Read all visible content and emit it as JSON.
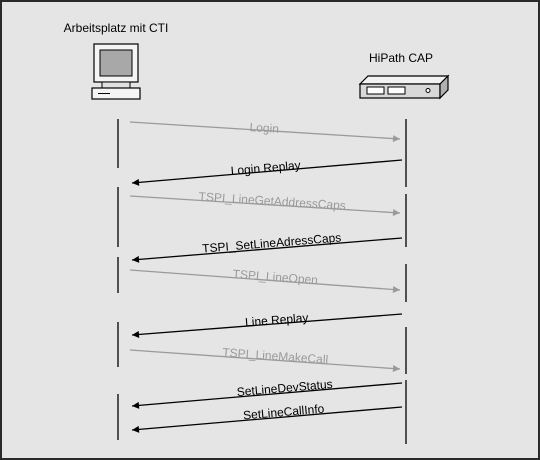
{
  "participants": {
    "client": {
      "label": "Arbeitsplatz mit CTI",
      "icon": "computer-workstation-icon"
    },
    "server": {
      "label": "HiPath CAP",
      "icon": "server-appliance-icon"
    }
  },
  "messages": [
    {
      "label": "Login",
      "direction": "client-to-server",
      "style": "request"
    },
    {
      "label": "Login Replay",
      "direction": "server-to-client",
      "style": "response"
    },
    {
      "label": "TSPI_LineGetAddressCaps",
      "direction": "client-to-server",
      "style": "request"
    },
    {
      "label": "TSPI_SetLineAdressCaps",
      "direction": "server-to-client",
      "style": "response"
    },
    {
      "label": "TSPI_LineOpen",
      "direction": "client-to-server",
      "style": "request"
    },
    {
      "label": "Line Replay",
      "direction": "server-to-client",
      "style": "response"
    },
    {
      "label": "TSPI_LineMakeCall",
      "direction": "client-to-server",
      "style": "request"
    },
    {
      "label": "SetLineDevStatus",
      "direction": "server-to-client",
      "style": "response"
    },
    {
      "label": "SetLineCallInfo",
      "direction": "server-to-client",
      "style": "response"
    }
  ],
  "colors": {
    "background": "#e5e5e5",
    "border": "#2a2a2a",
    "request": "#9a9a9a",
    "response": "#000000",
    "lifeline": "#000000"
  }
}
